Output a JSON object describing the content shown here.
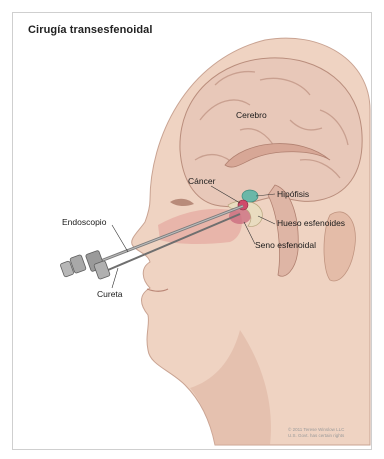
{
  "title": "Cirugía transesfenoidal",
  "labels": {
    "brain": "Cerebro",
    "cancer": "Cáncer",
    "pituitary": "Hipófisis",
    "sphenoid_bone": "Hueso esfenoides",
    "sphenoid_sinus": "Seno esfenoidal",
    "endoscope": "Endoscopio",
    "curette": "Cureta"
  },
  "copyright": {
    "line1": "© 2011 Terese Winslow LLC",
    "line2": "U.S. Govt. has certain rights"
  },
  "colors": {
    "skin": "#efd3c2",
    "skin_shadow": "#ddb3a0",
    "brain": "#e8c8b9",
    "brain_folds": "#c9a090",
    "tumor": "#d04a6a",
    "pituitary": "#6ab7a8",
    "instrument": "#8a8a8a"
  }
}
